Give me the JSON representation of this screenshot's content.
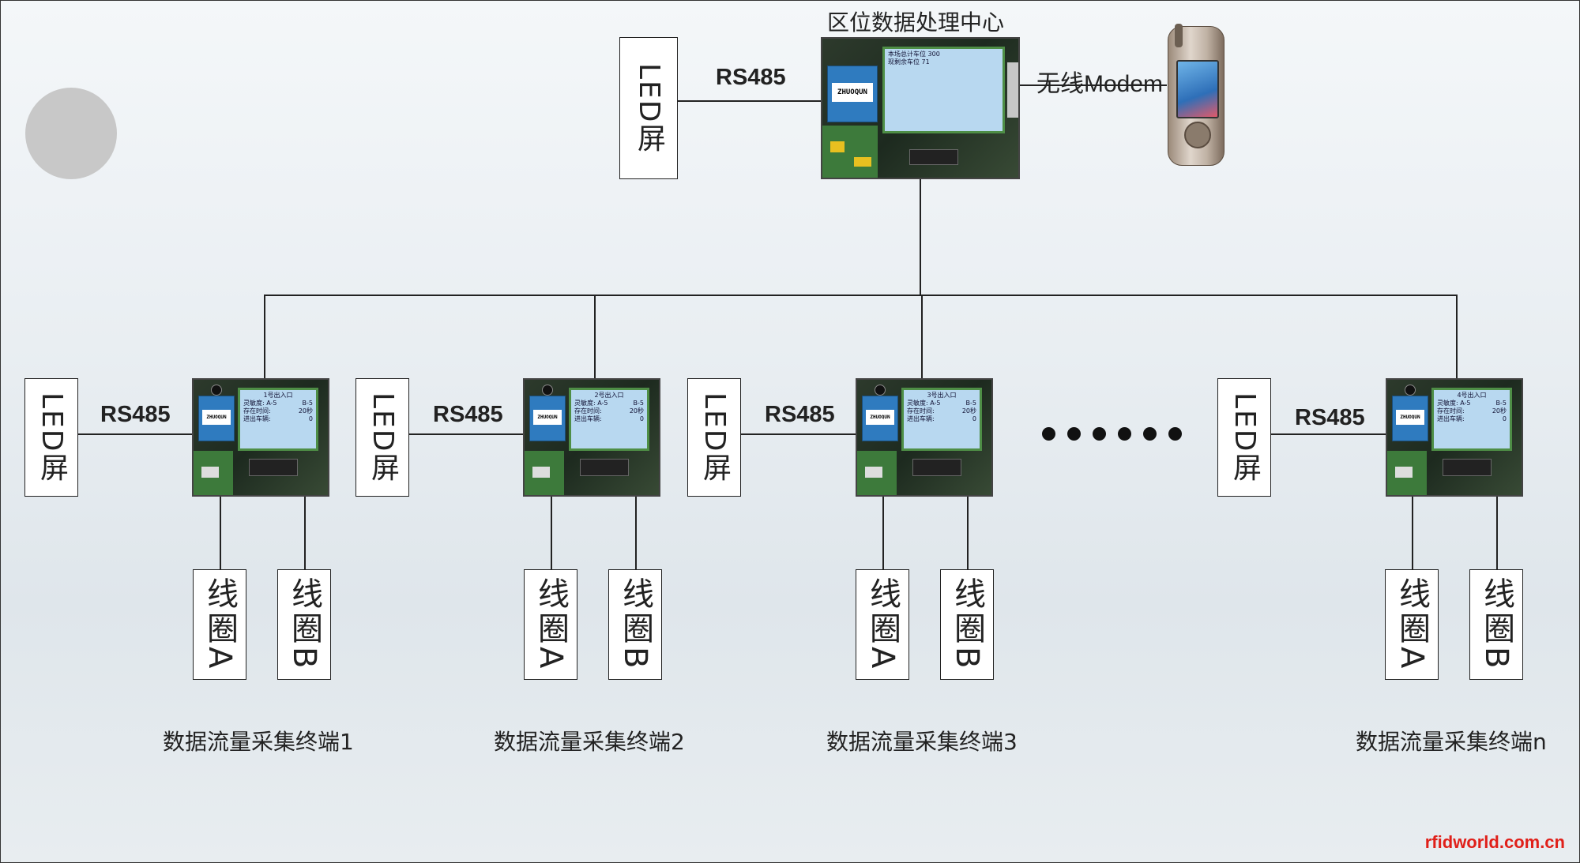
{
  "center": {
    "title": "区位数据处理中心",
    "led_label": "LED屏",
    "link_label": "RS485",
    "modem_label": "无线Modem",
    "transformer_text": "ZHUOQUN",
    "lcd_lines": [
      "本场总计车位 300",
      "现剩余车位 71"
    ]
  },
  "terminals": [
    {
      "label": "数据流量采集终端1",
      "led_label": "LED屏",
      "link_label": "RS485",
      "coil_a": "线圈A",
      "coil_b": "线圈B",
      "transformer_text": "ZHUOQUN",
      "lcd_title": "1号出入口",
      "lcd_rows": [
        [
          "灵敏度: A-5",
          "B-5"
        ],
        [
          "存在时间:",
          "20秒"
        ],
        [
          "进出车辆:",
          "0"
        ]
      ]
    },
    {
      "label": "数据流量采集终端2",
      "led_label": "LED屏",
      "link_label": "RS485",
      "coil_a": "线圈A",
      "coil_b": "线圈B",
      "transformer_text": "ZHUOQUN",
      "lcd_title": "2号出入口",
      "lcd_rows": [
        [
          "灵敏度: A-5",
          "B-5"
        ],
        [
          "存在时间:",
          "20秒"
        ],
        [
          "进出车辆:",
          "0"
        ]
      ]
    },
    {
      "label": "数据流量采集终端3",
      "led_label": "LED屏",
      "link_label": "RS485",
      "coil_a": "线圈A",
      "coil_b": "线圈B",
      "transformer_text": "ZHUOQUN",
      "lcd_title": "3号出入口",
      "lcd_rows": [
        [
          "灵敏度: A-5",
          "B-5"
        ],
        [
          "存在时间:",
          "20秒"
        ],
        [
          "进出车辆:",
          "0"
        ]
      ]
    },
    {
      "label": "数据流量采集终端n",
      "led_label": "LED屏",
      "link_label": "RS485",
      "coil_a": "线圈A",
      "coil_b": "线圈B",
      "transformer_text": "ZHUOQUN",
      "lcd_title": "4号出入口",
      "lcd_rows": [
        [
          "灵敏度: A-5",
          "B-5"
        ],
        [
          "存在时间:",
          "20秒"
        ],
        [
          "进出车辆:",
          "0"
        ]
      ]
    }
  ],
  "watermark": "rfidworld.com.cn",
  "colors": {
    "line": "#222222",
    "lcd": "#b8d8f0",
    "transformer": "#2f7bbf",
    "watermark": "#e0201a"
  }
}
